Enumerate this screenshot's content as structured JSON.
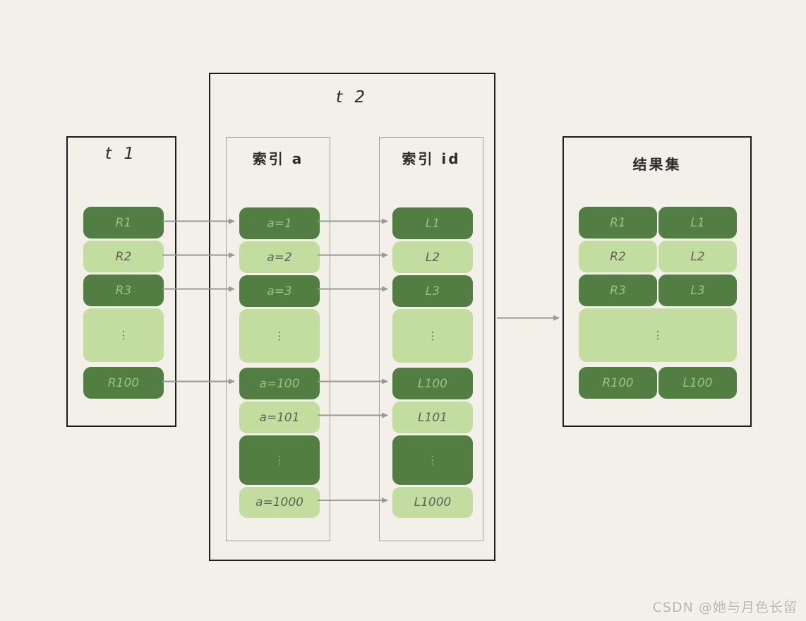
{
  "colors": {
    "background": "#f2f0e9",
    "dark_green": "#527e43",
    "light_green": "#c2dd9f",
    "text_on_dark": "#9cc083",
    "text_on_light": "#5f6254",
    "outer_border": "#1d1d1d",
    "inner_border": "#9d9d97",
    "arrow": "#999999"
  },
  "t1": {
    "title": "t 1",
    "rows": [
      {
        "label": "R1"
      },
      {
        "label": "R2"
      },
      {
        "label": "R3"
      },
      {
        "label": "⋮"
      },
      {
        "label": "R100"
      }
    ]
  },
  "t2": {
    "title": "t 2",
    "index_a": {
      "title": "索引 a",
      "rows": [
        {
          "label": "a=1"
        },
        {
          "label": "a=2"
        },
        {
          "label": "a=3"
        },
        {
          "label": "⋮"
        },
        {
          "label": "a=100"
        },
        {
          "label": "a=101"
        },
        {
          "label": "⋮"
        },
        {
          "label": "a=1000"
        }
      ]
    },
    "index_id": {
      "title": "索引 id",
      "rows": [
        {
          "label": "L1"
        },
        {
          "label": "L2"
        },
        {
          "label": "L3"
        },
        {
          "label": "⋮"
        },
        {
          "label": "L100"
        },
        {
          "label": "L101"
        },
        {
          "label": "⋮"
        },
        {
          "label": "L1000"
        }
      ]
    }
  },
  "result": {
    "title": "结果集",
    "rows": [
      {
        "left": "R1",
        "right": "L1"
      },
      {
        "left": "R2",
        "right": "L2"
      },
      {
        "left": "R3",
        "right": "L3"
      },
      {
        "dots": "⋮"
      },
      {
        "left": "R100",
        "right": "L100"
      }
    ]
  },
  "watermark": "CSDN @她与月色长留"
}
